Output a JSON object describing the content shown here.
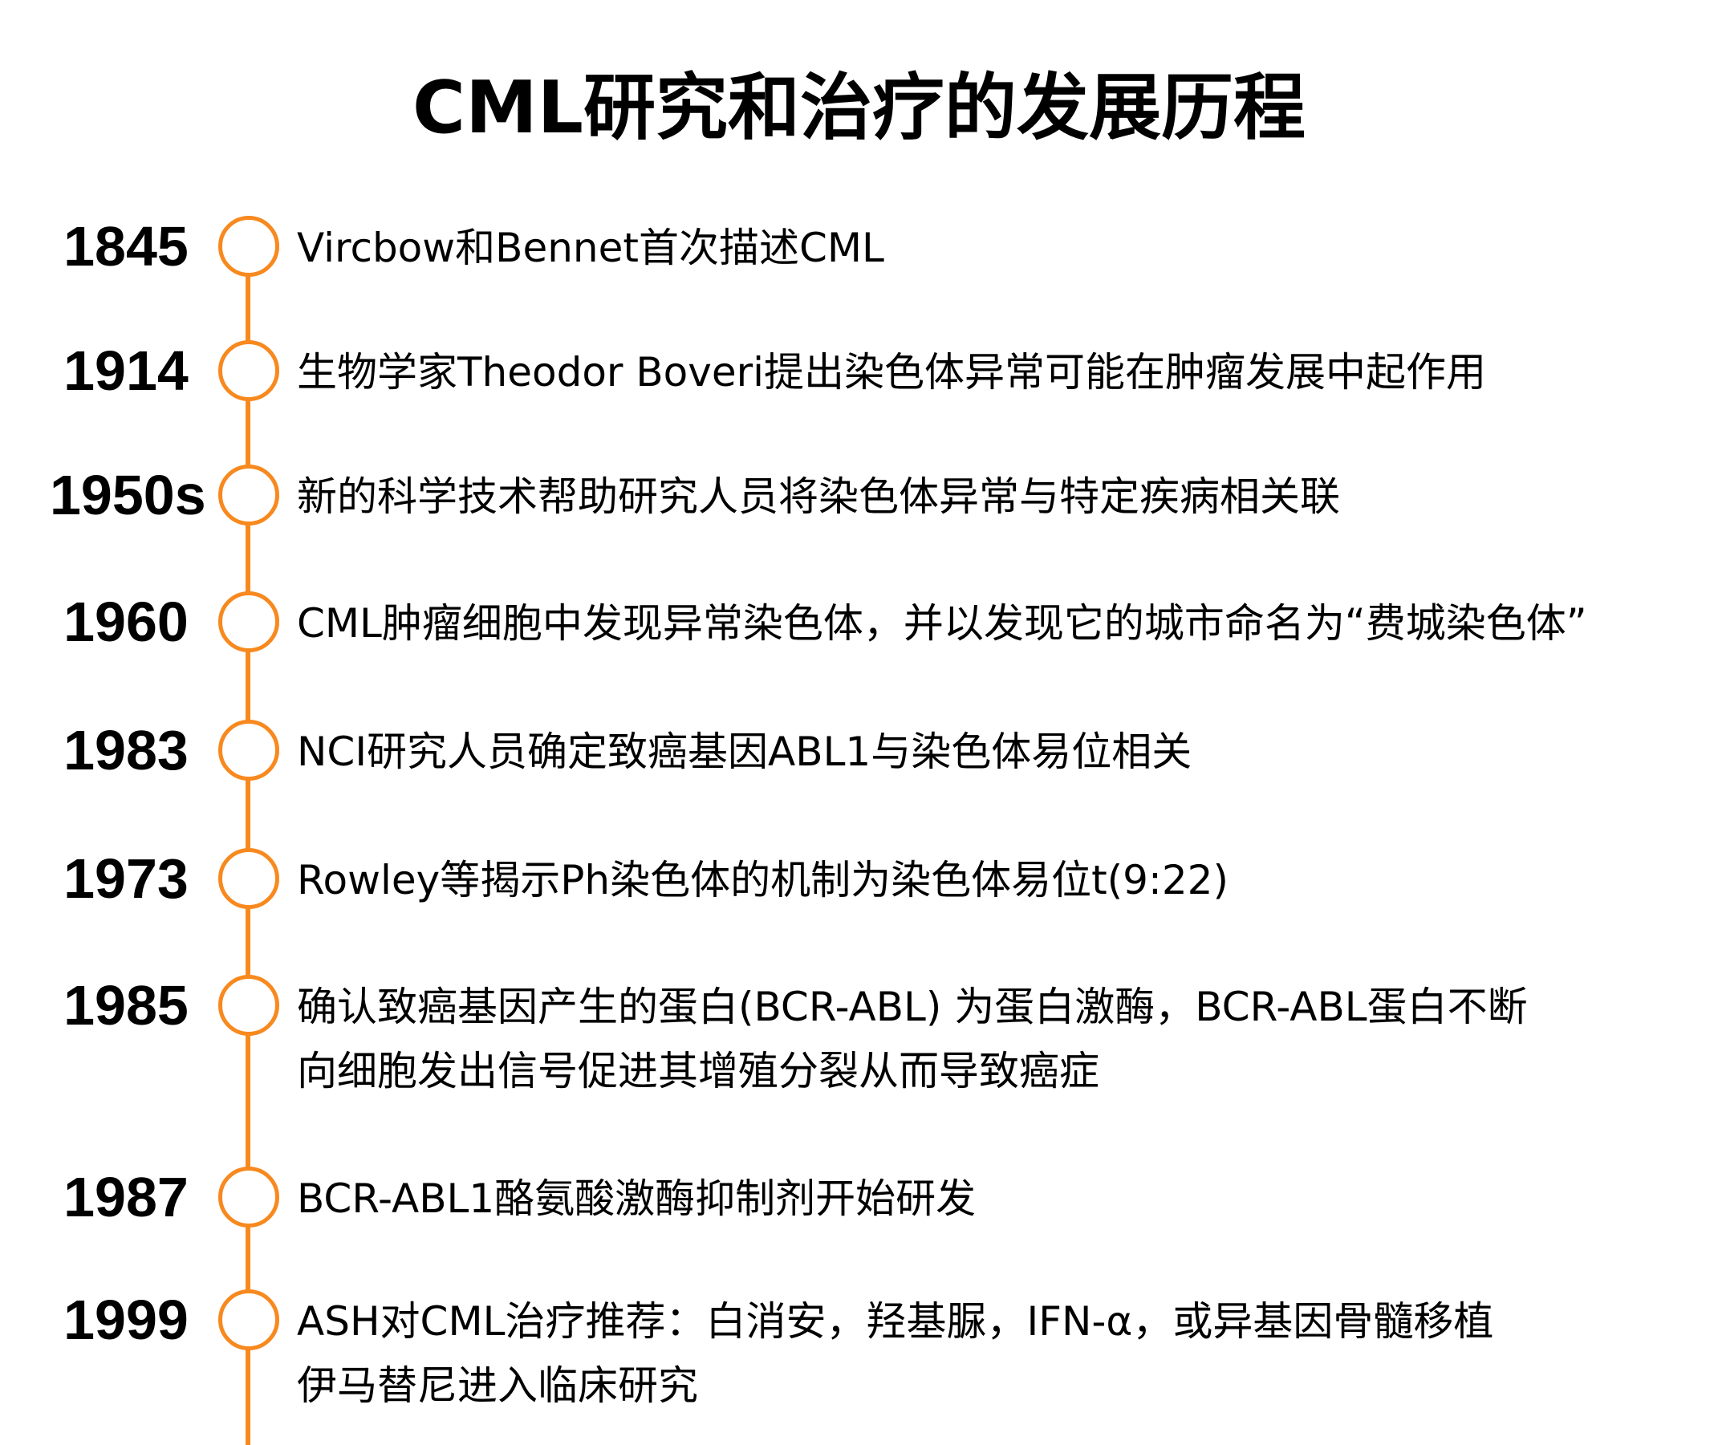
{
  "title": "CML研究和治疗的发展历程",
  "colors": {
    "accent": "#F7891F",
    "text": "#000000",
    "background": "#FFFFFF"
  },
  "timeline": [
    {
      "year": "1845",
      "lines": [
        "Vircbow和Bennet首次描述CML"
      ]
    },
    {
      "year": "1914",
      "lines": [
        "生物学家Theodor Boveri提出染色体异常可能在肿瘤发展中起作用"
      ]
    },
    {
      "year": "1950s",
      "lines": [
        "新的科学技术帮助研究人员将染色体异常与特定疾病相关联"
      ]
    },
    {
      "year": "1960",
      "lines": [
        "CML肿瘤细胞中发现异常染色体，并以发现它的城市命名为“费城染色体”"
      ]
    },
    {
      "year": "1983",
      "lines": [
        "NCI研究人员确定致癌基因ABL1与染色体易位相关"
      ]
    },
    {
      "year": "1973",
      "lines": [
        "Rowley等揭示Ph染色体的机制为染色体易位t(9:22)"
      ]
    },
    {
      "year": "1985",
      "lines": [
        "确认致癌基因产生的蛋白(BCR-ABL) 为蛋白激酶，BCR-ABL蛋白不断",
        "向细胞发出信号促进其增殖分裂从而导致癌症"
      ]
    },
    {
      "year": "1987",
      "lines": [
        "BCR-ABL1酪氨酸激酶抑制剂开始研发"
      ]
    },
    {
      "year": "1999",
      "lines": [
        "ASH对CML治疗推荐：白消安，羟基脲，IFN-α，或异基因骨髓移植",
        "伊马替尼进入临床研究"
      ]
    }
  ]
}
